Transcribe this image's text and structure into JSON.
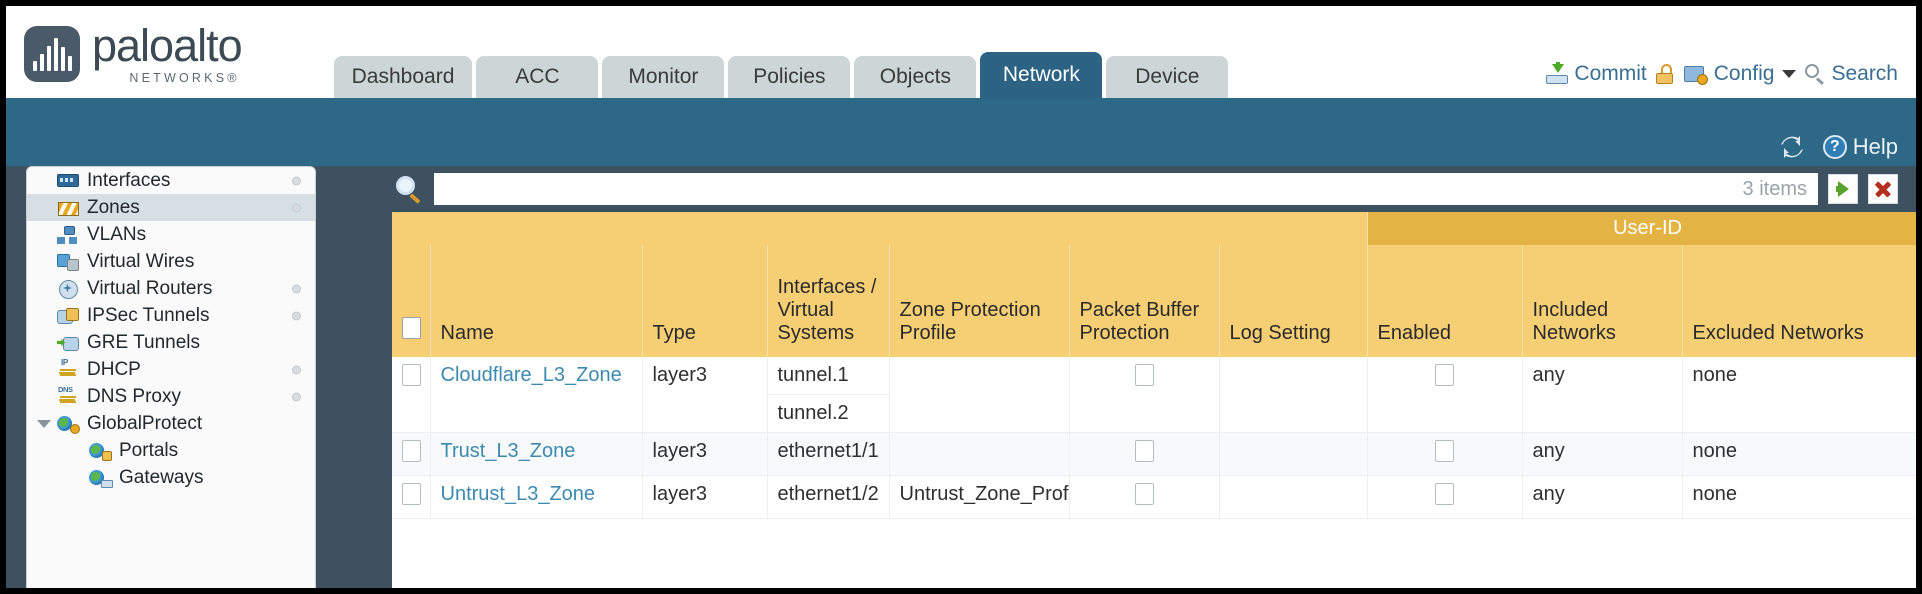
{
  "header": {
    "logo_name": "paloalto",
    "logo_sub": "NETWORKS®",
    "tabs": [
      {
        "label": "Dashboard",
        "active": false
      },
      {
        "label": "ACC",
        "active": false
      },
      {
        "label": "Monitor",
        "active": false
      },
      {
        "label": "Policies",
        "active": false
      },
      {
        "label": "Objects",
        "active": false
      },
      {
        "label": "Network",
        "active": true
      },
      {
        "label": "Device",
        "active": false
      }
    ],
    "actions": {
      "commit": "Commit",
      "config": "Config",
      "search": "Search"
    }
  },
  "toolbar": {
    "help": "Help"
  },
  "sidebar": {
    "items": [
      {
        "label": "Interfaces",
        "icon": "interfaces-icon",
        "dot": true,
        "child": false,
        "selected": false
      },
      {
        "label": "Zones",
        "icon": "zones-icon",
        "dot": true,
        "child": false,
        "selected": true
      },
      {
        "label": "VLANs",
        "icon": "vlans-icon",
        "dot": false,
        "child": false,
        "selected": false
      },
      {
        "label": "Virtual Wires",
        "icon": "virtual-wires-icon",
        "dot": false,
        "child": false,
        "selected": false
      },
      {
        "label": "Virtual Routers",
        "icon": "virtual-routers-icon",
        "dot": true,
        "child": false,
        "selected": false
      },
      {
        "label": "IPSec Tunnels",
        "icon": "ipsec-tunnels-icon",
        "dot": true,
        "child": false,
        "selected": false
      },
      {
        "label": "GRE Tunnels",
        "icon": "gre-tunnels-icon",
        "dot": false,
        "child": false,
        "selected": false
      },
      {
        "label": "DHCP",
        "icon": "dhcp-icon",
        "dot": true,
        "child": false,
        "selected": false
      },
      {
        "label": "DNS Proxy",
        "icon": "dns-proxy-icon",
        "dot": true,
        "child": false,
        "selected": false
      },
      {
        "label": "GlobalProtect",
        "icon": "globalprotect-icon",
        "dot": false,
        "child": false,
        "selected": false,
        "expander": true
      },
      {
        "label": "Portals",
        "icon": "portals-icon",
        "dot": false,
        "child": true,
        "selected": false
      },
      {
        "label": "Gateways",
        "icon": "gateways-icon",
        "dot": false,
        "child": true,
        "selected": false
      }
    ]
  },
  "search": {
    "value": "",
    "items_count": "3 items"
  },
  "table": {
    "group_header": "User-ID",
    "columns": [
      "Name",
      "Type",
      "Interfaces / Virtual Systems",
      "Zone Protection Profile",
      "Packet Buffer Protection",
      "Log Setting",
      "Enabled",
      "Included Networks",
      "Excluded Networks"
    ],
    "rows": [
      {
        "name": "Cloudflare_L3_Zone",
        "type": "layer3",
        "interfaces": [
          "tunnel.1",
          "tunnel.2"
        ],
        "zone_protection_profile": "",
        "packet_buffer_protection": false,
        "log_setting": "",
        "userid_enabled": false,
        "included_networks": "any",
        "excluded_networks": "none"
      },
      {
        "name": "Trust_L3_Zone",
        "type": "layer3",
        "interfaces": [
          "ethernet1/1"
        ],
        "zone_protection_profile": "",
        "packet_buffer_protection": false,
        "log_setting": "",
        "userid_enabled": false,
        "included_networks": "any",
        "excluded_networks": "none"
      },
      {
        "name": "Untrust_L3_Zone",
        "type": "layer3",
        "interfaces": [
          "ethernet1/2"
        ],
        "zone_protection_profile": "Untrust_Zone_Prof",
        "packet_buffer_protection": false,
        "log_setting": "",
        "userid_enabled": false,
        "included_networks": "any",
        "excluded_networks": "none"
      }
    ]
  },
  "colors": {
    "brand_blue": "#2d6887",
    "tab_active": "#2c6384",
    "header_amber": "#f6cf74",
    "group_amber": "#e3b444",
    "link_blue": "#3c8ab0"
  }
}
